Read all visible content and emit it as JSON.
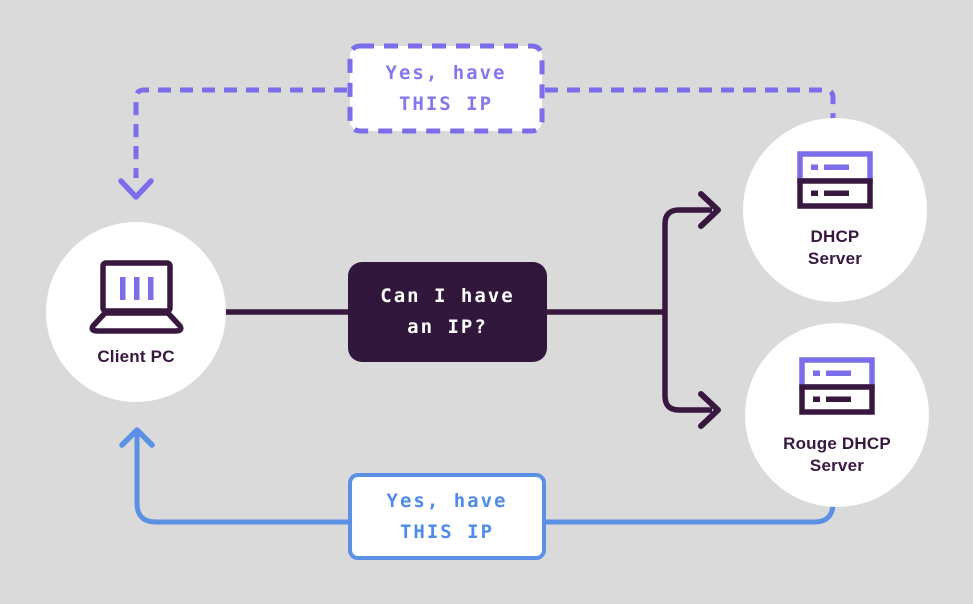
{
  "colors": {
    "canvas_bg": "#dadada",
    "node_bg": "#ffffff",
    "line_dark": "#38183f",
    "line_purple": "#7c6dea",
    "line_blue": "#5b90e4",
    "text_purple": "#8478ec",
    "text_blue": "#4f8ce9",
    "request_box_bg": "#32173c"
  },
  "nodes": {
    "client": {
      "label": "Client PC",
      "icon": "laptop-icon"
    },
    "dhcp_server": {
      "label_line1": "DHCP",
      "label_line2": "Server",
      "icon": "server-icon"
    },
    "rogue_server": {
      "label_line1": "Rouge DHCP",
      "label_line2": "Server",
      "icon": "server-icon"
    }
  },
  "messages": {
    "request": {
      "line1": "Can I have",
      "line2": "an IP?"
    },
    "dhcp_reply": {
      "line1": "Yes, have",
      "line2": "THIS IP"
    },
    "rogue_reply": {
      "line1": "Yes, have",
      "line2": "THIS IP"
    }
  }
}
